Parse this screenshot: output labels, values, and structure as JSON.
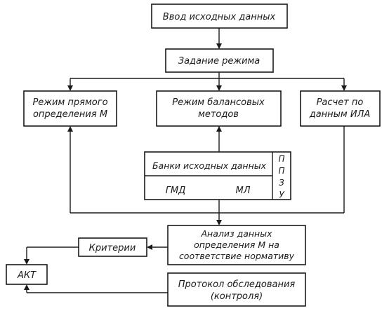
{
  "diagram": {
    "boxes": {
      "input": "Ввод исходных данных",
      "mode_set": [
        "Задание режима"
      ],
      "direct": [
        "Режим прямого",
        "определения М"
      ],
      "balance": [
        "Режим балансовых",
        "методов"
      ],
      "ila": [
        "Расчет по",
        "данным ИЛА"
      ],
      "banks_title": "Банки исходных данных",
      "gmd": "ГМД",
      "ml": "МЛ",
      "ppzu": [
        "П",
        "П",
        "З",
        "У"
      ],
      "analysis": [
        "Анализ данных",
        "определения М на",
        "соответствие нормативу"
      ],
      "criteria": "Критерии",
      "act": "АКТ",
      "protocol": [
        "Протокол обследования",
        "(контроля)"
      ]
    }
  }
}
